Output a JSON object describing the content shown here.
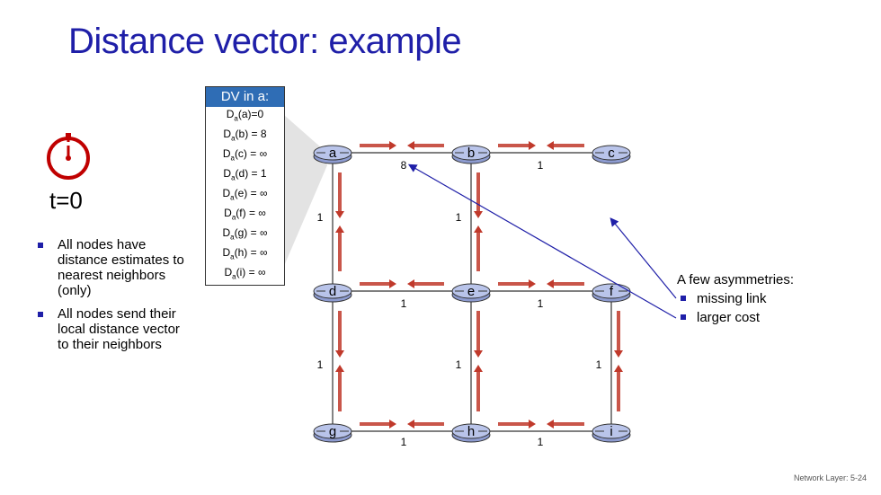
{
  "title": "Distance vector: example",
  "time_label": "t=0",
  "bullets": [
    "All nodes have distance estimates to nearest neighbors (only)",
    "All nodes send their local distance vector to their neighbors"
  ],
  "dv_table": {
    "header": "DV in a:",
    "rows": [
      {
        "prefix": "D",
        "sub": "a",
        "rest": "(a)=0"
      },
      {
        "prefix": "D",
        "sub": "a",
        "rest": "(b) = 8"
      },
      {
        "prefix": "D",
        "sub": "a",
        "rest": "(c) = ∞"
      },
      {
        "prefix": "D",
        "sub": "a",
        "rest": "(d) = 1"
      },
      {
        "prefix": "D",
        "sub": "a",
        "rest": "(e) = ∞"
      },
      {
        "prefix": "D",
        "sub": "a",
        "rest": "(f) = ∞"
      },
      {
        "prefix": "D",
        "sub": "a",
        "rest": "(g) = ∞"
      },
      {
        "prefix": "D",
        "sub": "a",
        "rest": "(h) = ∞"
      },
      {
        "prefix": "D",
        "sub": "a",
        "rest": "(i) = ∞"
      }
    ]
  },
  "nodes": [
    "a",
    "b",
    "c",
    "d",
    "e",
    "f",
    "g",
    "h",
    "i"
  ],
  "link_costs": {
    "a-b": "8",
    "b-c": "1",
    "a-d": "1",
    "b-e": "1",
    "d-e": "1",
    "e-f": "1",
    "d-g": "1",
    "e-h": "1",
    "f-i": "1",
    "g-h": "1",
    "h-i": "1"
  },
  "asymmetries": {
    "title": "A few asymmetries:",
    "items": [
      "missing link",
      "larger cost"
    ]
  },
  "footer": "Network Layer: 5-24",
  "colors": {
    "title": "#1f1fa8",
    "dv_header": "#2f6db5",
    "node_fill": "#b9c4ea",
    "arrow": "#c0392b",
    "clock": "#c00000"
  }
}
